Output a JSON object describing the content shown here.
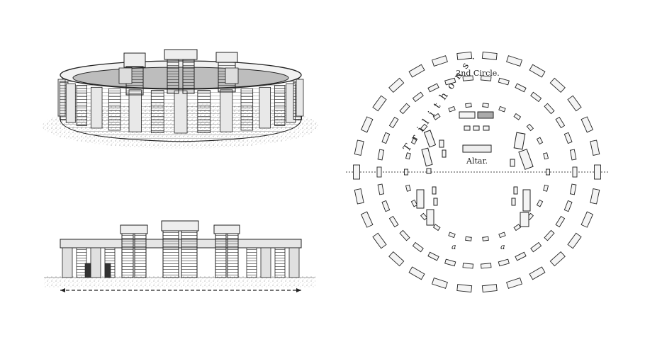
{
  "plan": {
    "second_circle_label": "2nd Circle.",
    "trilithons_label": "Trilithons.",
    "altar_label": "Altar.",
    "marker_left": "a",
    "marker_right": "a"
  },
  "colors": {
    "ink": "#222222",
    "stone_fill": "#d8d8d8",
    "stone_dark": "#555555",
    "paper": "#ffffff"
  }
}
